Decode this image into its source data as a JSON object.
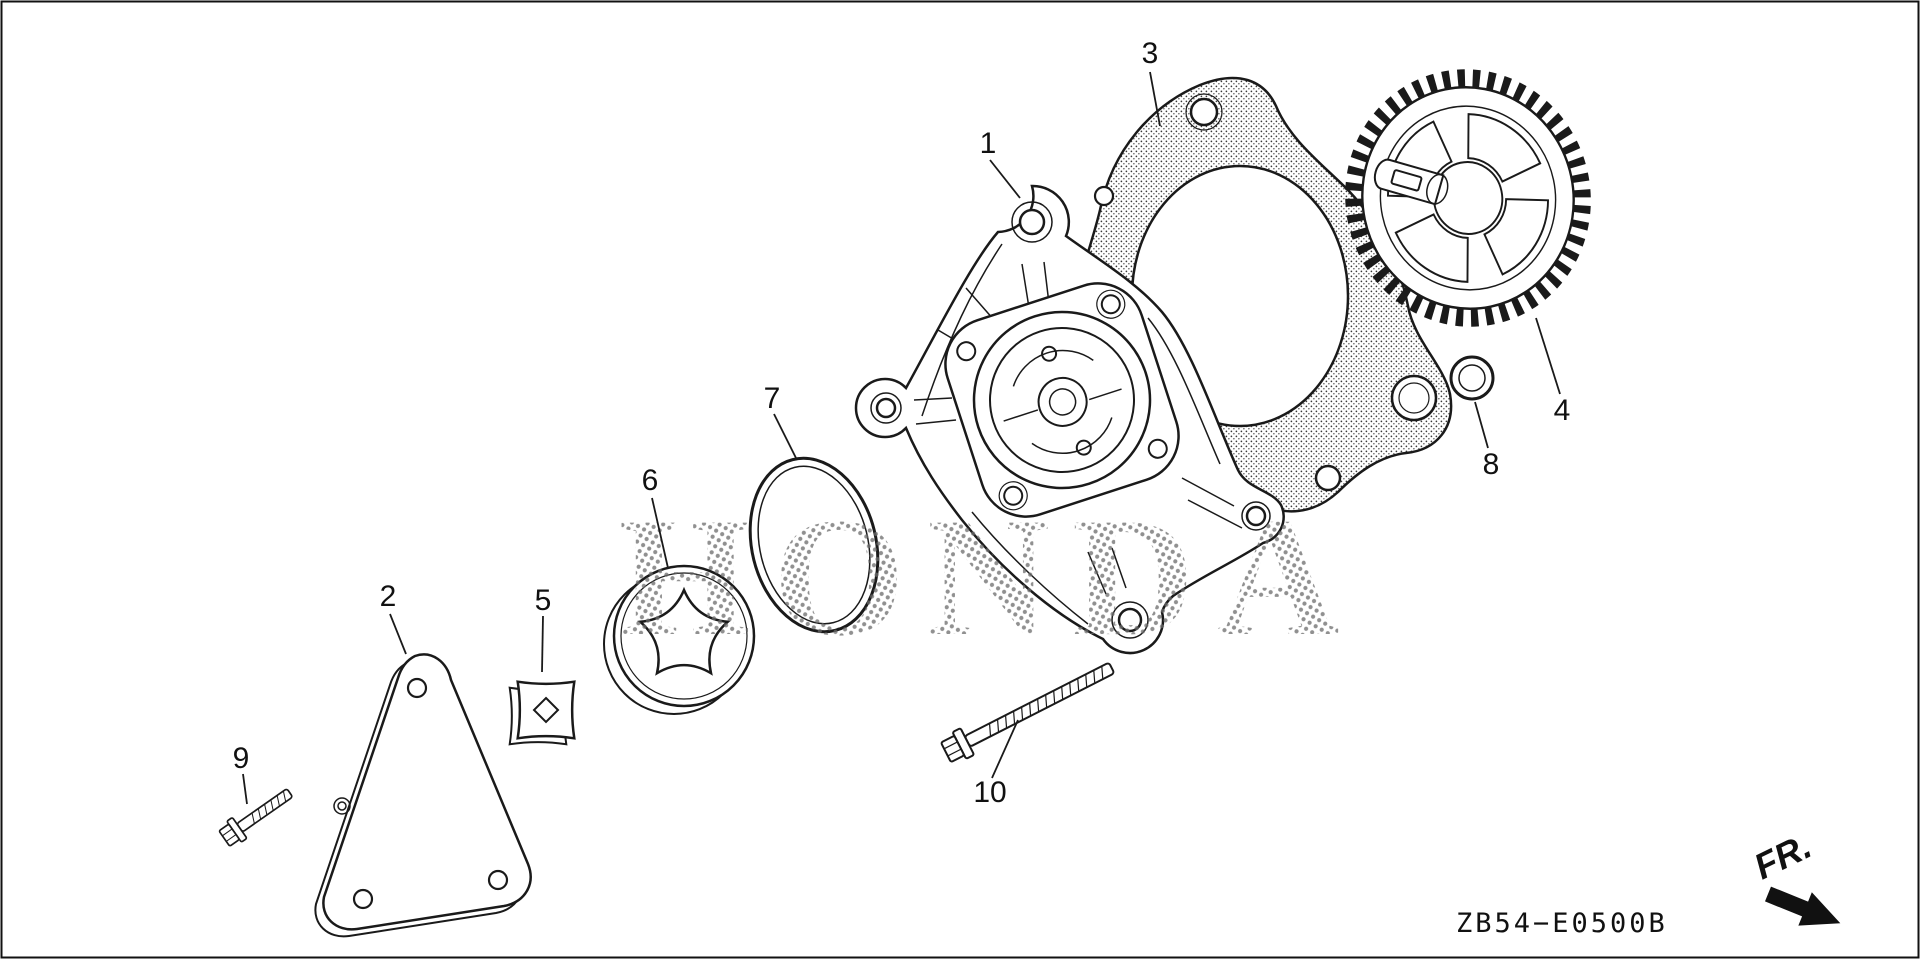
{
  "diagram": {
    "watermark": "HONDA",
    "drawing_code": "ZB54−E0500B",
    "front_label": "FR.",
    "callouts": [
      {
        "number": "1"
      },
      {
        "number": "2"
      },
      {
        "number": "3"
      },
      {
        "number": "4"
      },
      {
        "number": "5"
      },
      {
        "number": "6"
      },
      {
        "number": "7"
      },
      {
        "number": "8"
      },
      {
        "number": "9"
      },
      {
        "number": "10"
      }
    ]
  }
}
